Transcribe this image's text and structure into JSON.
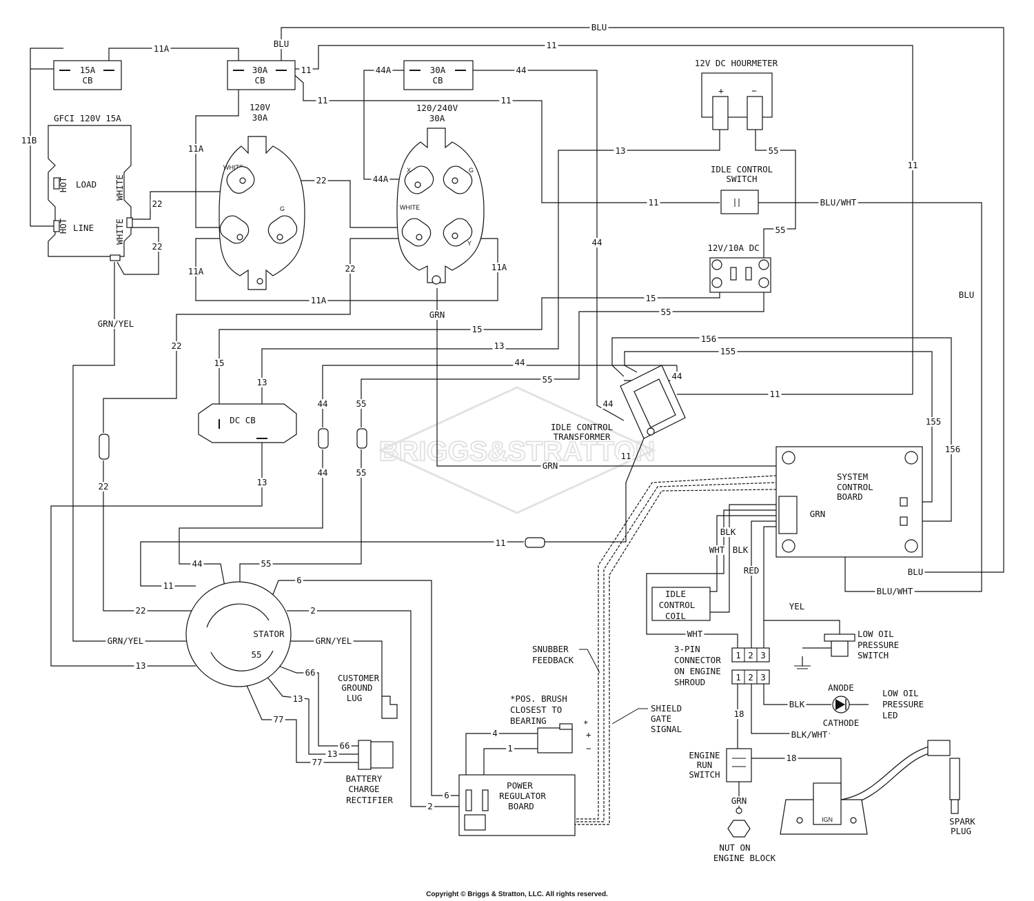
{
  "watermark": "BRIGGS&STRATTON",
  "copyright": "Copyright © Briggs & Stratton, LLC. All rights reserved.",
  "components": {
    "cb15": [
      "15A",
      "CB"
    ],
    "cb30_left": [
      "30A",
      "CB"
    ],
    "cb30_right": [
      "30A",
      "CB"
    ],
    "gfci": {
      "title": "GFCI 120V 15A",
      "load": "LOAD",
      "line": "LINE",
      "hot1": "HOT",
      "hot2": "HOT",
      "white1": "WHITE",
      "white2": "WHITE"
    },
    "recep120": {
      "title": [
        "120V",
        "30A"
      ],
      "white": "WHITE",
      "g": "G"
    },
    "recep240": {
      "title": [
        "120/240V",
        "30A"
      ],
      "x": "X",
      "g": "G",
      "white": "WHITE",
      "y": "Y"
    },
    "hourmeter": {
      "title": "12V DC HOURMETER",
      "plus": "+",
      "minus": "−"
    },
    "idle_switch": [
      "IDLE CONTROL",
      "SWITCH"
    ],
    "dc_outlet": "12V/10A DC",
    "dc_cb": "DC CB",
    "transformer": [
      "IDLE CONTROL",
      "TRANSFORMER"
    ],
    "system_board": [
      "SYSTEM",
      "CONTROL",
      "BOARD"
    ],
    "stator": "STATOR",
    "idle_coil": [
      "IDLE",
      "CONTROL",
      "COIL"
    ],
    "low_oil_switch": [
      "LOW OIL",
      "PRESSURE",
      "SWITCH"
    ],
    "connector": [
      "3-PIN",
      "CONNECTOR",
      "ON ENGINE",
      "SHROUD"
    ],
    "pins": [
      "1",
      "2",
      "3"
    ],
    "led": {
      "anode": "ANODE",
      "cathode": "CATHODE",
      "label": [
        "LOW OIL",
        "PRESSURE",
        "LED"
      ]
    },
    "ground_lug": [
      "CUSTOMER",
      "GROUND",
      "LUG"
    ],
    "rectifier": [
      "BATTERY",
      "CHARGE",
      "RECTIFIER"
    ],
    "brush": {
      "note": [
        "*POS. BRUSH",
        "CLOSEST TO",
        "BEARING"
      ],
      "star": "*",
      "plus": "+",
      "minus": "−"
    },
    "power_board": [
      "POWER",
      "REGULATOR",
      "BOARD"
    ],
    "snubber": [
      "SNUBBER",
      "FEEDBACK"
    ],
    "shield": [
      "SHIELD",
      "GATE",
      "SIGNAL"
    ],
    "engine_switch": [
      "ENGINE",
      "RUN",
      "SWITCH"
    ],
    "nut": [
      "NUT ON",
      "ENGINE BLOCK"
    ],
    "ign": "IGN",
    "spark_plug": [
      "SPARK",
      "PLUG"
    ]
  },
  "wire_labels": [
    {
      "id": "blu-top",
      "text": "BLU"
    },
    {
      "id": "11-top",
      "text": "11"
    },
    {
      "id": "11a-top",
      "text": "11A"
    },
    {
      "id": "blu-cb",
      "text": "BLU"
    },
    {
      "id": "11-cb",
      "text": "11"
    },
    {
      "id": "44a-top",
      "text": "44A"
    },
    {
      "id": "44-top",
      "text": "44"
    },
    {
      "id": "11-mid-a",
      "text": "11"
    },
    {
      "id": "11-mid-b",
      "text": "11"
    },
    {
      "id": "11b",
      "text": "11B"
    },
    {
      "id": "11a-left",
      "text": "11A"
    },
    {
      "id": "22-r120",
      "text": "22"
    },
    {
      "id": "44a-r240",
      "text": "44A"
    },
    {
      "id": "13-hm",
      "text": "13"
    },
    {
      "id": "55-hm",
      "text": "55"
    },
    {
      "id": "11-right",
      "text": "11"
    },
    {
      "id": "22-gfci-a",
      "text": "22"
    },
    {
      "id": "22-gfci-b",
      "text": "22"
    },
    {
      "id": "11-sw",
      "text": "11"
    },
    {
      "id": "bluwht-sw",
      "text": "BLU/WHT"
    },
    {
      "id": "55-dc",
      "text": "55"
    },
    {
      "id": "44-vert",
      "text": "44"
    },
    {
      "id": "11a-lower",
      "text": "11A"
    },
    {
      "id": "22-mid",
      "text": "22"
    },
    {
      "id": "11a-r240",
      "text": "11A"
    },
    {
      "id": "11a-bottom",
      "text": "11A"
    },
    {
      "id": "blu-right",
      "text": "BLU"
    },
    {
      "id": "15-dc",
      "text": "15"
    },
    {
      "id": "55-dc2",
      "text": "55"
    },
    {
      "id": "grnyel-gfci",
      "text": "GRN/YEL"
    },
    {
      "id": "grn-r240",
      "text": "GRN"
    },
    {
      "id": "15-mid",
      "text": "15"
    },
    {
      "id": "22-left",
      "text": "22"
    },
    {
      "id": "13-mid",
      "text": "13"
    },
    {
      "id": "156-top",
      "text": "156"
    },
    {
      "id": "155-top",
      "text": "155"
    },
    {
      "id": "44-mid",
      "text": "44"
    },
    {
      "id": "15-cb",
      "text": "15"
    },
    {
      "id": "55-mid",
      "text": "55"
    },
    {
      "id": "13-cb",
      "text": "13"
    },
    {
      "id": "44-tr",
      "text": "44"
    },
    {
      "id": "44-conn",
      "text": "44"
    },
    {
      "id": "55-conn",
      "text": "55"
    },
    {
      "id": "44-tr2",
      "text": "44"
    },
    {
      "id": "11-tr",
      "text": "11"
    },
    {
      "id": "155-right",
      "text": "155"
    },
    {
      "id": "11-tr2",
      "text": "11"
    },
    {
      "id": "156-right",
      "text": "156"
    },
    {
      "id": "grn-bot",
      "text": "GRN"
    },
    {
      "id": "22-lower",
      "text": "22"
    },
    {
      "id": "13-lower",
      "text": "13"
    },
    {
      "id": "44-lower",
      "text": "44"
    },
    {
      "id": "55-lower",
      "text": "55"
    },
    {
      "id": "grn-board",
      "text": "GRN"
    },
    {
      "id": "blk-a",
      "text": "BLK"
    },
    {
      "id": "wht-a",
      "text": "WHT"
    },
    {
      "id": "blk-b",
      "text": "BLK"
    },
    {
      "id": "11-conn",
      "text": "11"
    },
    {
      "id": "44-st",
      "text": "44"
    },
    {
      "id": "55-st",
      "text": "55"
    },
    {
      "id": "red",
      "text": "RED"
    },
    {
      "id": "blu-board",
      "text": "BLU"
    },
    {
      "id": "6-st",
      "text": "6"
    },
    {
      "id": "11-st",
      "text": "11"
    },
    {
      "id": "bluwht-board",
      "text": "BLU/WHT"
    },
    {
      "id": "yel",
      "text": "YEL"
    },
    {
      "id": "22-st",
      "text": "22"
    },
    {
      "id": "2-st",
      "text": "2"
    },
    {
      "id": "wht-coil",
      "text": "WHT"
    },
    {
      "id": "grnyel-l",
      "text": "GRN/YEL"
    },
    {
      "id": "grnyel-r",
      "text": "GRN/YEL"
    },
    {
      "id": "55-st2",
      "text": "55"
    },
    {
      "id": "13-st",
      "text": "13"
    },
    {
      "id": "66-st",
      "text": "66"
    },
    {
      "id": "13-st2",
      "text": "13"
    },
    {
      "id": "blk-led",
      "text": "BLK"
    },
    {
      "id": "18-a",
      "text": "18"
    },
    {
      "id": "77-st",
      "text": "77"
    },
    {
      "id": "4",
      "text": "4"
    },
    {
      "id": "1",
      "text": "1"
    },
    {
      "id": "66-r",
      "text": "66"
    },
    {
      "id": "13-r",
      "text": "13"
    },
    {
      "id": "77-r",
      "text": "77"
    },
    {
      "id": "blkwht",
      "text": "BLK/WHT"
    },
    {
      "id": "18-b",
      "text": "18"
    },
    {
      "id": "6-pr",
      "text": "6"
    },
    {
      "id": "2-pr",
      "text": "2"
    },
    {
      "id": "grn-eng",
      "text": "GRN"
    }
  ]
}
